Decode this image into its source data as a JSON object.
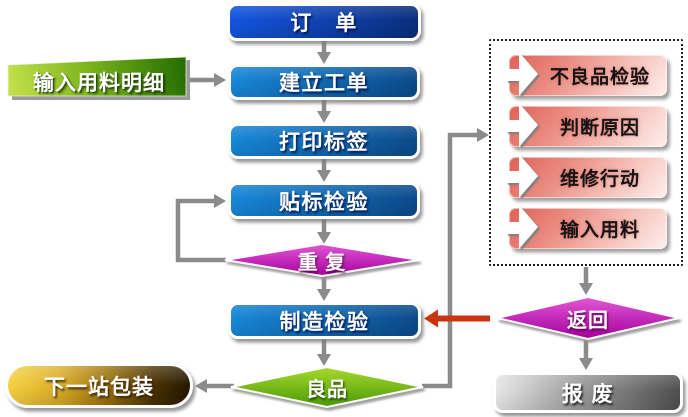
{
  "diagram": {
    "title": "production-order-flowchart",
    "nodes": {
      "order": {
        "label": "订　单",
        "shape": "rounded-rectangle",
        "color": "blue"
      },
      "input_material_detail": {
        "label": "输入用料明细",
        "shape": "slanted-banner",
        "color": "green"
      },
      "create_work_order": {
        "label": "建立工单",
        "shape": "rounded-rectangle",
        "color": "blue"
      },
      "print_label": {
        "label": "打印标签",
        "shape": "rounded-rectangle",
        "color": "blue"
      },
      "label_inspection": {
        "label": "贴标检验",
        "shape": "rounded-rectangle",
        "color": "blue"
      },
      "repeat": {
        "label": "重 复",
        "shape": "diamond",
        "color": "magenta"
      },
      "manufacture_inspection": {
        "label": "制造检验",
        "shape": "rounded-rectangle",
        "color": "blue"
      },
      "good_product": {
        "label": "良品",
        "shape": "diamond",
        "color": "green"
      },
      "next_station_packing": {
        "label": "下一站包装",
        "shape": "stadium",
        "color": "gold"
      },
      "defect_inspection": {
        "label": "不良品检验",
        "shape": "arrow-list-item",
        "color": "pink"
      },
      "judge_cause": {
        "label": "判断原因",
        "shape": "arrow-list-item",
        "color": "pink"
      },
      "repair_action": {
        "label": "维修行动",
        "shape": "arrow-list-item",
        "color": "pink"
      },
      "input_material": {
        "label": "输入用料",
        "shape": "arrow-list-item",
        "color": "pink"
      },
      "return": {
        "label": "返回",
        "shape": "diamond",
        "color": "magenta"
      },
      "scrap": {
        "label": "报 废",
        "shape": "rounded-rectangle",
        "color": "gray"
      }
    },
    "edges": [
      {
        "from": "order",
        "to": "create_work_order"
      },
      {
        "from": "input_material_detail",
        "to": "create_work_order"
      },
      {
        "from": "create_work_order",
        "to": "print_label"
      },
      {
        "from": "print_label",
        "to": "label_inspection"
      },
      {
        "from": "label_inspection",
        "to": "repeat"
      },
      {
        "from": "repeat",
        "to": "label_inspection",
        "note": "loop-back"
      },
      {
        "from": "repeat",
        "to": "manufacture_inspection"
      },
      {
        "from": "manufacture_inspection",
        "to": "good_product"
      },
      {
        "from": "good_product",
        "to": "next_station_packing"
      },
      {
        "from": "good_product",
        "to": "rework_group"
      },
      {
        "from": "rework_group",
        "to": "return"
      },
      {
        "from": "return",
        "to": "manufacture_inspection",
        "color": "red"
      },
      {
        "from": "return",
        "to": "scrap"
      }
    ],
    "colors": {
      "process_blue_start": "#1787d8",
      "process_blue_end": "#0b4a8a",
      "order_blue_start": "#1355e0",
      "order_blue_end": "#0a2e7c",
      "decision_magenta_top": "#e357d6",
      "decision_magenta_bottom": "#a4009c",
      "decision_green_top": "#a8d92f",
      "decision_green_bottom": "#4a9a04",
      "banner_green_light": "#c2e048",
      "banner_green_dark": "#256e00",
      "stadium_gold_light": "#f6d342",
      "stadium_gold_dark": "#2e1d00",
      "scrap_gray_light": "#e6e6e6",
      "scrap_gray_dark": "#4e4e4e",
      "repair_pink_dark": "#e2655a",
      "repair_pink_light": "#fdf2f0",
      "connector_gray": "#8b8b8b",
      "return_arrow_red": "#cc3310"
    }
  }
}
